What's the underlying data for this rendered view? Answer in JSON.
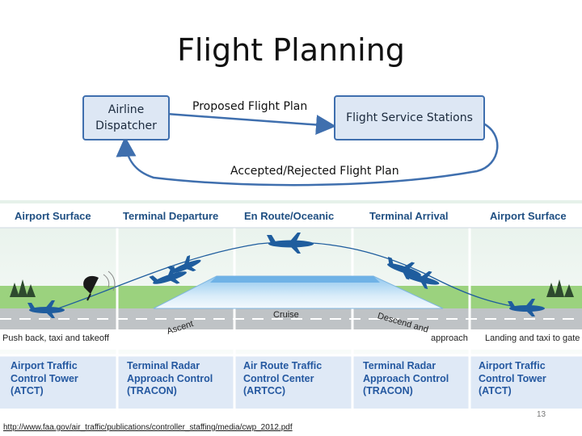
{
  "title": "Flight Planning",
  "flow": {
    "dispatcher": "Airline Dispatcher",
    "proposed": "Proposed Flight Plan",
    "fss": "Flight Service Stations",
    "accepted": "Accepted/Rejected Flight Plan"
  },
  "phases_header": [
    "Airport Surface",
    "Terminal Departure",
    "En Route/Oceanic",
    "Terminal Arrival",
    "Airport Surface"
  ],
  "phase_labels": {
    "cruise": "Cruise",
    "ascent": "Ascent",
    "descend": "Descend and",
    "approach": "approach",
    "pushback": "Push back, taxi and takeoff",
    "landing": "Landing and taxi to gate"
  },
  "controllers": [
    "Airport Traffic\nControl Tower\n(ATCT)",
    "Terminal Radar\nApproach Control\n(TRACON)",
    "Air Route Traffic\nControl Center\n(ARTCC)",
    "Terminal Radar\nApproach Control\n(TRACON)",
    "Airport Traffic\nControl Tower\n(ATCT)"
  ],
  "footer": {
    "link": "http://www.faa.gov/air_traffic/publications/controller_staffing/media/cwp_2012.pdf",
    "page": "13"
  },
  "colors": {
    "box_border": "#3f6fae",
    "header_text": "#1f4f82",
    "controller_text": "#2458a0",
    "plane": "#1f5d9e"
  }
}
